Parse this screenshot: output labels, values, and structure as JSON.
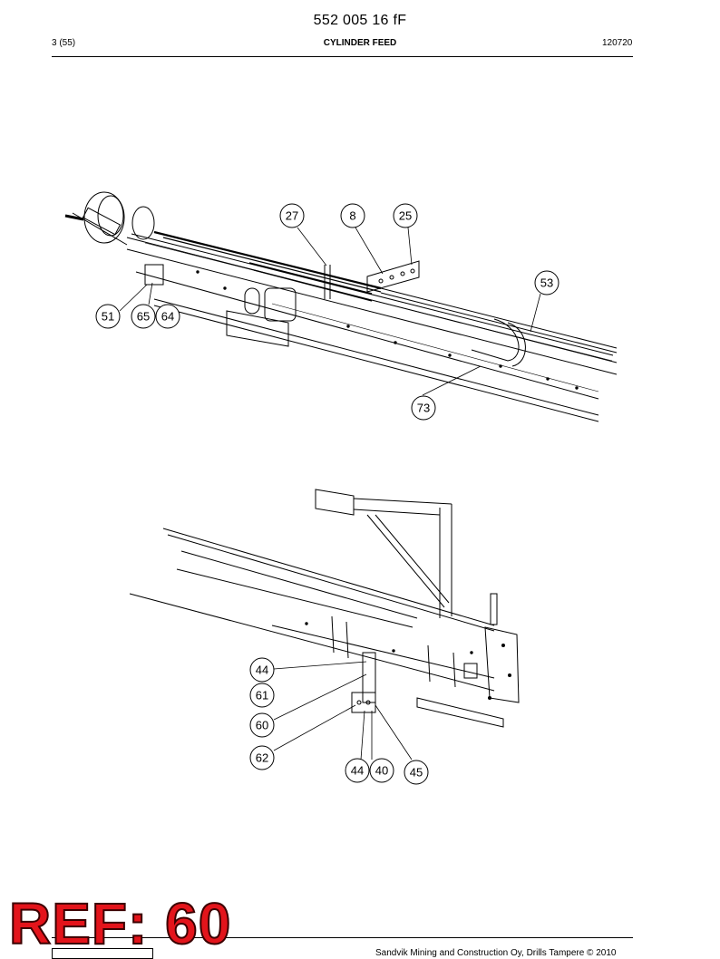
{
  "header": {
    "document_code": "552 005 16 fF",
    "page": "3 (55)",
    "title": "CYLINDER FEED",
    "date": "120720"
  },
  "figures": [
    {
      "callouts": [
        "27",
        "8",
        "25",
        "53",
        "51",
        "65",
        "64",
        "73"
      ]
    },
    {
      "callouts": [
        "44",
        "61",
        "60",
        "62",
        "44",
        "40",
        "45"
      ]
    }
  ],
  "stamp": {
    "text": "REF: 60",
    "color": "#e3141b"
  },
  "footer": {
    "copyright": "Sandvik Mining and Construction Oy, Drills Tampere © 2010"
  }
}
